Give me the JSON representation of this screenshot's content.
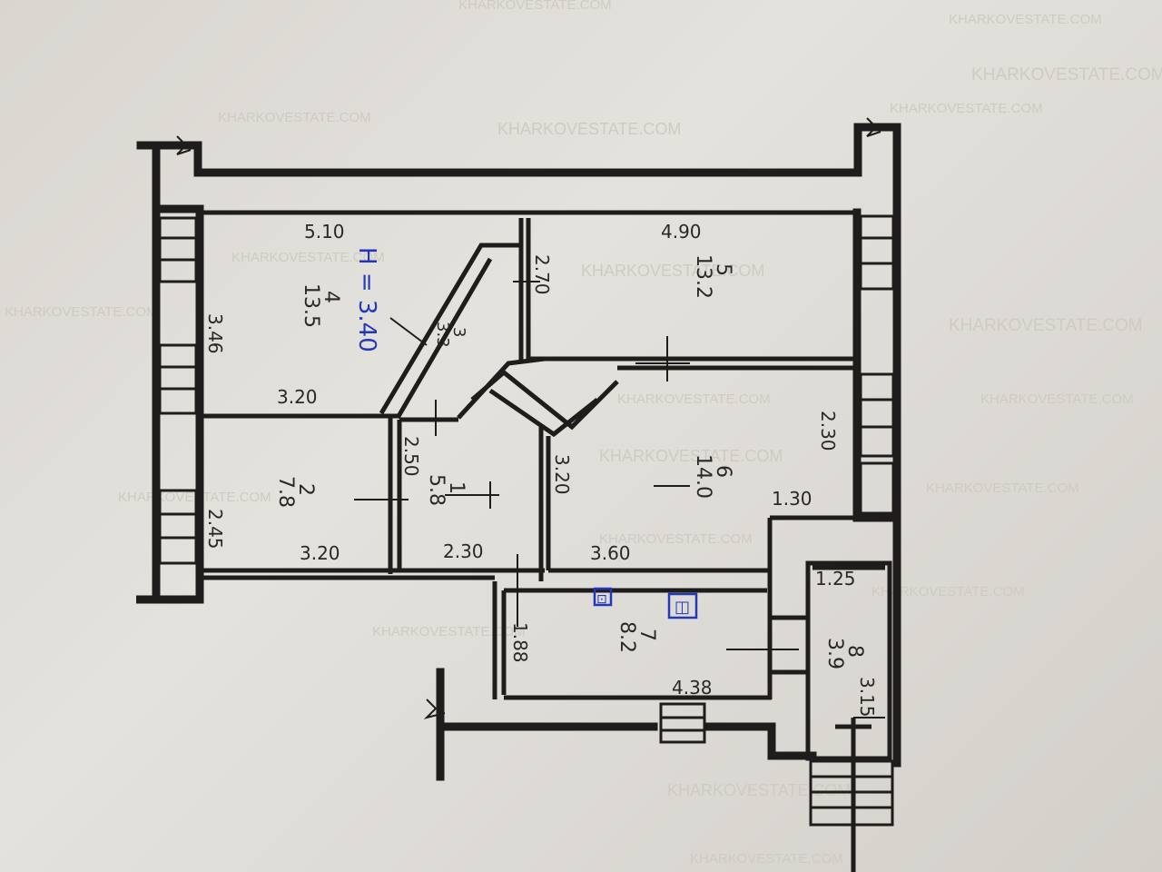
{
  "plan": {
    "height_label": "H = 3.40",
    "rooms": [
      {
        "id": "room-4",
        "number": "4",
        "area": "13.5"
      },
      {
        "id": "room-5",
        "number": "5",
        "area": "13.2"
      },
      {
        "id": "room-3",
        "number": "3",
        "area": "3.3"
      },
      {
        "id": "room-2",
        "number": "2",
        "area": "7.8"
      },
      {
        "id": "room-1",
        "number": "1",
        "area": "5.8"
      },
      {
        "id": "room-6",
        "number": "6",
        "area": "14.0"
      },
      {
        "id": "room-7",
        "number": "7",
        "area": "8.2"
      },
      {
        "id": "room-8",
        "number": "8",
        "area": "3.9"
      }
    ],
    "dimensions": [
      "5.10",
      "4.90",
      "3.46",
      "2.70",
      "3.20",
      "2.30",
      "2.50",
      "3.20",
      "2.45",
      "3.20",
      "2.30",
      "3.60",
      "1.30",
      "1.25",
      "1.88",
      "4.38",
      "3.15"
    ],
    "symbols": {
      "sink": "⊡",
      "stove": "◫"
    }
  },
  "watermarks": [
    "KHARKOVESTATE.COM",
    "KHARKOVESTATE.COM",
    "KHARKOVESTATE.COM",
    "KHARKOVESTATE.COM",
    "KHARKOVESTATE.COM",
    "KHARKOVESTATE.COM",
    "KHARKOVESTATE.COM",
    "KHARKOVESTATE.COM",
    "KHARKOVESTATE.COM",
    "KHARKOVESTATE.COM",
    "KHARKOVESTATE.COM",
    "KHARKOVESTATE.COM",
    "KHARKOVESTATE.COM",
    "KHARKOVESTATE.COM",
    "KHARKOVESTATE.COM",
    "KHARKOVESTATE.COM",
    "KHARKOVESTATE.COM",
    "KHARKOVESTATE.COM",
    "KHARKOVESTATE.COM",
    "KHARKOVESTATE.COM"
  ]
}
